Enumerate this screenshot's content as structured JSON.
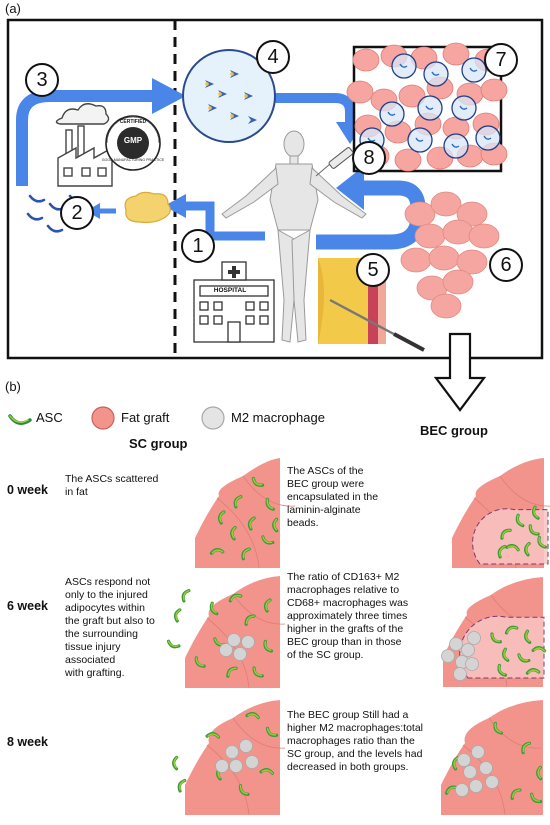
{
  "panel_a": {
    "label": "(a)",
    "step_numbers": [
      "1",
      "2",
      "3",
      "4",
      "5",
      "6",
      "7",
      "8"
    ],
    "gmp_badge": {
      "center": "GMP",
      "ring_top": "CERTIFIED",
      "ring_left": "GOOD MANUFACTURING PRACTICE"
    },
    "hospital_sign": "HOSPITAL"
  },
  "panel_b": {
    "label": "(b)",
    "legend": [
      "ASC",
      "Fat graft",
      "M2 macrophage"
    ],
    "columns": [
      "SC group",
      "BEC group"
    ],
    "rows": [
      {
        "week": "0 week",
        "sc_lines": [
          "The ASCs scattered",
          "in fat"
        ],
        "bec_lines": [
          "The ASCs of the",
          "BEC group were",
          "encapsulated in the",
          "laminin-alginate",
          "beads."
        ]
      },
      {
        "week": "6 week",
        "sc_lines": [
          "ASCs respond not",
          "only to the injured",
          "adipocytes within",
          "the graft but also to",
          "the surrounding",
          "tissue injury",
          "associated",
          "with grafting."
        ],
        "bec_lines": [
          "The ratio of CD163+ M2",
          "macrophages relative to",
          "CD68+ macrophages was",
          "approximately three times",
          "higher in the grafts of the",
          "BEC group than in those",
          "of the SC group."
        ]
      },
      {
        "week": "8 week",
        "sc_lines": [],
        "bec_lines": [
          "The BEC group Still had a",
          "higher M2 macrophages:total",
          "macrophages ratio than the",
          "SC group, and the levels had",
          "decreased in both groups."
        ]
      }
    ]
  },
  "colors": {
    "arrow_blue": "#4a86e8",
    "fat_pink": "#f2948c",
    "fat_dark": "#e07d75",
    "asc_green": "#9ccc3c",
    "macrophage_grey": "#d4d4d4",
    "bead_blue": "#1f3f8a"
  }
}
